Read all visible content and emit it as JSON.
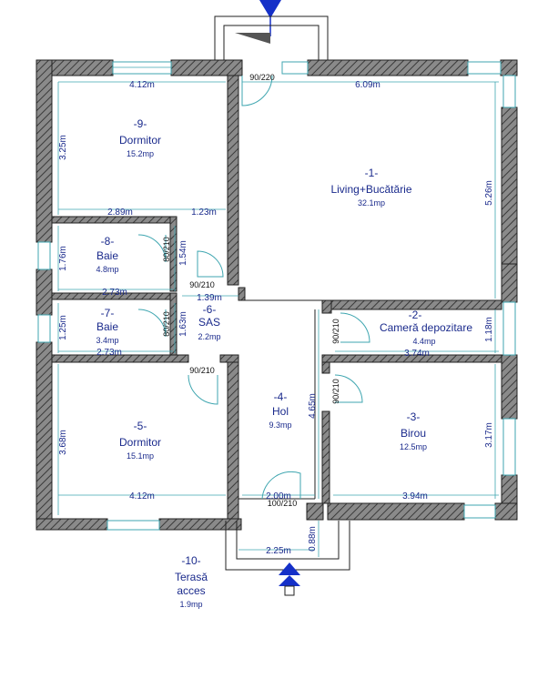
{
  "rooms": {
    "r1": {
      "num": "-1-",
      "name": "Living+Bucătărie",
      "area": "32.1mp"
    },
    "r2": {
      "num": "-2-",
      "name": "Cameră depozitare",
      "area": "4.4mp"
    },
    "r3": {
      "num": "-3-",
      "name": "Birou",
      "area": "12.5mp"
    },
    "r4": {
      "num": "-4-",
      "name": "Hol",
      "area": "9.3mp"
    },
    "r5": {
      "num": "-5-",
      "name": "Dormitor",
      "area": "15.1mp"
    },
    "r6": {
      "num": "-6-",
      "name": "SAS",
      "area": "2.2mp"
    },
    "r7": {
      "num": "-7-",
      "name": "Baie",
      "area": "3.4mp"
    },
    "r8": {
      "num": "-8-",
      "name": "Baie",
      "area": "4.8mp"
    },
    "r9": {
      "num": "-9-",
      "name": "Dormitor",
      "area": "15.2mp"
    },
    "r10": {
      "num": "-10-",
      "name1": "Terasă",
      "name2": "acces",
      "area": "1.9mp"
    }
  },
  "dims": {
    "top_left": "4.12m",
    "top_right": "6.09m",
    "left_upper": "3.25m",
    "mid_289": "2.89m",
    "mid_123": "1.23m",
    "left_176": "1.76m",
    "v_154": "1.54m",
    "baie8_w": "2.73m",
    "sas_w": "1.39m",
    "left_125": "1.25m",
    "v_163": "1.63m",
    "baie7_w": "2.73m",
    "right_526": "5.26m",
    "dep_w": "3.74m",
    "dep_h": "1.18m",
    "hol_h": "4.65m",
    "birou_h": "3.17m",
    "left_368": "3.68m",
    "bottom_left": "4.12m",
    "hol_w": "2.00m",
    "birou_w": "3.94m",
    "terasa_w": "2.25m",
    "terasa_h": "0.88m"
  },
  "doors": {
    "entry_top": "90/220",
    "d80_upper": "80/210",
    "d90_sas": "90/210",
    "d80_lower": "80/210",
    "d90_dorm": "90/210",
    "d90_dep": "90/210",
    "d90_birou": "90/210",
    "d100_hol": "100/210"
  },
  "colors": {
    "accent_blue": "#1530c8",
    "dim_line": "#3fa6b0",
    "text_blue": "#1a2a8c"
  }
}
